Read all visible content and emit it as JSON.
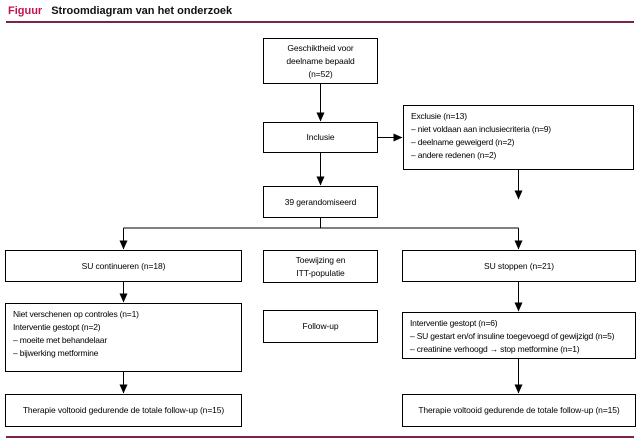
{
  "header": {
    "figure_label": "Figuur",
    "title": "Stroomdiagram van het onderzoek"
  },
  "colors": {
    "accent": "#c31250",
    "rule": "#7c2150"
  },
  "flowchart": {
    "eligibility": {
      "lines": [
        "Geschiktheid voor",
        "deelname bepaald",
        "(n=52)"
      ]
    },
    "inclusie": {
      "label": "Inclusie"
    },
    "exclusie": {
      "lines": [
        "Exclusie (n=13)",
        "– niet voldaan aan inclusiecriteria (n=9)",
        "– deelname geweigerd (n=2)",
        "– andere redenen (n=2)"
      ]
    },
    "randomised": {
      "label": "39 gerandomiseerd"
    },
    "left_arm": {
      "label": "SU continueren (n=18)"
    },
    "assignment": {
      "lines": [
        "Toewijzing en",
        "ITT-populatie"
      ]
    },
    "right_arm": {
      "label": "SU stoppen (n=21)"
    },
    "left_dropout": {
      "lines": [
        "Niet verschenen op controles (n=1)",
        "Interventie gestopt (n=2)",
        "– moeite met behandelaar",
        "– bijwerking metformine"
      ]
    },
    "followup": {
      "label": "Follow-up"
    },
    "right_dropout": {
      "lines": [
        "Interventie gestopt (n=6)",
        "– SU gestart en/of insuline toegevoegd of gewijzigd (n=5)",
        "– creatinine verhoogd → stop metformine (n=1)"
      ]
    },
    "left_final": {
      "label": "Therapie voltooid gedurende de totale follow-up (n=15)"
    },
    "right_final": {
      "label": "Therapie voltooid gedurende de totale follow-up (n=15)"
    }
  }
}
